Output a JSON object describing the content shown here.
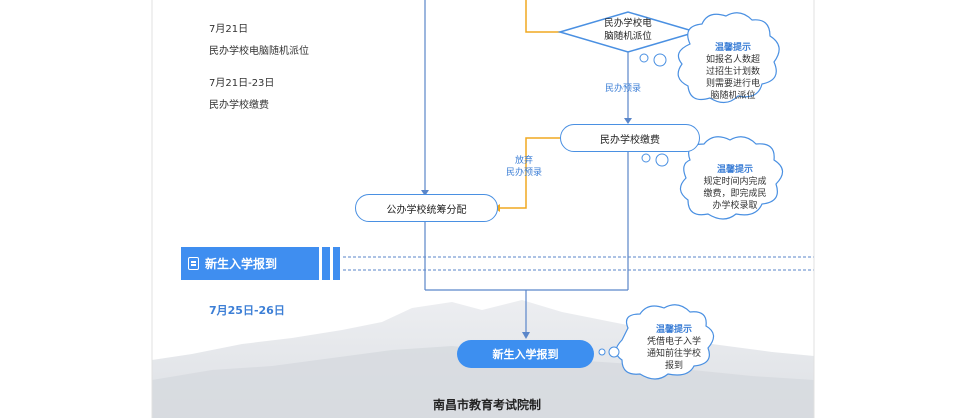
{
  "timeline": {
    "date1": "7月21日",
    "event1": "民办学校电脑随机派位",
    "date2": "7月21日-23日",
    "event2": "民办学校缴费"
  },
  "nodes": {
    "lottery": [
      "民办学校电",
      "脑随机派位"
    ],
    "payment": "民办学校缴费",
    "public_allocation": "公办学校统筹分配",
    "enrollment": "新生入学报到"
  },
  "edge_labels": {
    "private_admission": "民办预录",
    "give_up": [
      "放弃",
      "民办预录"
    ]
  },
  "stage": {
    "title": "新生入学报到",
    "date": "7月25日-26日"
  },
  "tips": {
    "tip1": {
      "title": "温馨提示",
      "lines": [
        "如报名人数超",
        "过招生计划数",
        "则需要进行电",
        "脑随机派位"
      ]
    },
    "tip2": {
      "title": "温馨提示",
      "lines": [
        "规定时间内完成",
        "缴费，即完成民",
        "办学校录取"
      ]
    },
    "tip3": {
      "title": "温馨提示",
      "lines": [
        "凭借电子入学",
        "通知前往学校",
        "报到"
      ]
    }
  },
  "footer": "南昌市教育考试院制",
  "colors": {
    "primary": "#3f8ef0",
    "line": "#5a86c9",
    "orange": "#f0a920"
  }
}
